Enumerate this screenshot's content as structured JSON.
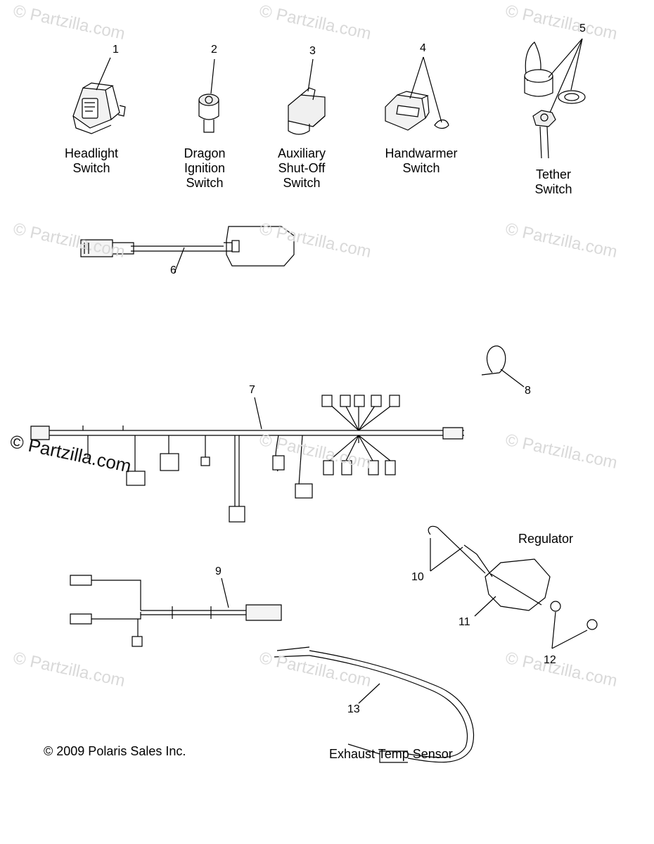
{
  "watermark": "Partzilla.com",
  "watermark_symbol": "©",
  "copyright": "© 2009 Polaris Sales Inc.",
  "callouts": [
    "1",
    "2",
    "3",
    "4",
    "5",
    "6",
    "7",
    "8",
    "9",
    "10",
    "11",
    "12",
    "13"
  ],
  "parts": {
    "p1": [
      "Headlight",
      "Switch"
    ],
    "p2": [
      "Dragon",
      "Ignition",
      "Switch"
    ],
    "p3": [
      "Auxiliary",
      "Shut-Off",
      "Switch"
    ],
    "p4": [
      "Handwarmer",
      "Switch"
    ],
    "p5": [
      "Tether",
      "Switch"
    ]
  },
  "regulator_label": "Regulator",
  "exhaust_label": "Exhaust Temp Sensor",
  "icons": [
    "headlight-switch-icon",
    "ignition-switch-icon",
    "shutoff-switch-icon",
    "handwarmer-switch-icon",
    "tether-switch-icon",
    "wire-harness-icon",
    "cable-tie-icon",
    "regulator-icon",
    "exhaust-temp-sensor-icon"
  ]
}
